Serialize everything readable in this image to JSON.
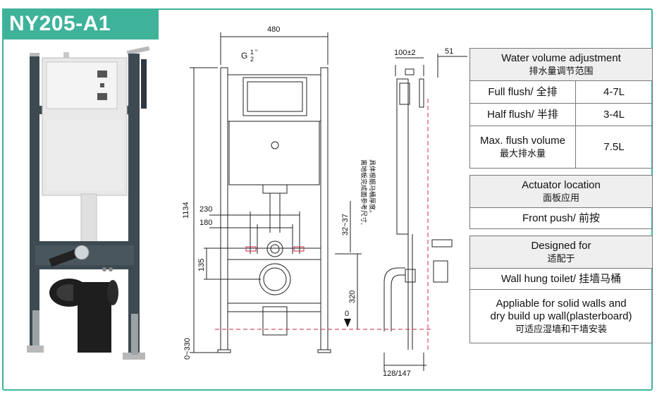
{
  "model": "NY205-A1",
  "colors": {
    "accent": "#3fb39a",
    "frame_dark": "#3e4a52",
    "tank": "#e8e8e8"
  },
  "drawing": {
    "width_480": "480",
    "height_1134": "1134",
    "pipe_g": "G",
    "pipe_fraction_num": "1",
    "pipe_fraction_den": "2",
    "pipe_quote": "\"",
    "dim_230": "230",
    "dim_180": "180",
    "dim_135": "135",
    "dim_32_37": "32~37",
    "dim_320": "320",
    "dim_0": "0",
    "dim_0_330": "0~330",
    "dim_100": "100±2",
    "dim_51": "51",
    "dim_128_147": "128/147",
    "note_line1": "离地板完成面参考尺寸,",
    "note_line2": "具体根据马桶厚度。"
  },
  "spec": {
    "water_volume_title": "Water volume adjustment",
    "water_volume_title_zh": "排水量调节范围",
    "full_flush_label": "Full flush/ 全排",
    "full_flush_value": "4-7L",
    "half_flush_label": "Half flush/ 半排",
    "half_flush_value": "3-4L",
    "max_flush_label": "Max. flush volume",
    "max_flush_label_zh": "最大排水量",
    "max_flush_value": "7.5L",
    "actuator_title": "Actuator location",
    "actuator_title_zh": "面板应用",
    "actuator_value": "Front push/ 前按",
    "designed_title": "Designed for",
    "designed_title_zh": "适配于",
    "designed_value": "Wall hung toilet/ 挂墙马桶",
    "appliable_line1": "Appliable for solid walls and",
    "appliable_line2": "dry build up wall(plasterboard)",
    "appliable_zh": "可适应湿墙和干墙安装"
  }
}
